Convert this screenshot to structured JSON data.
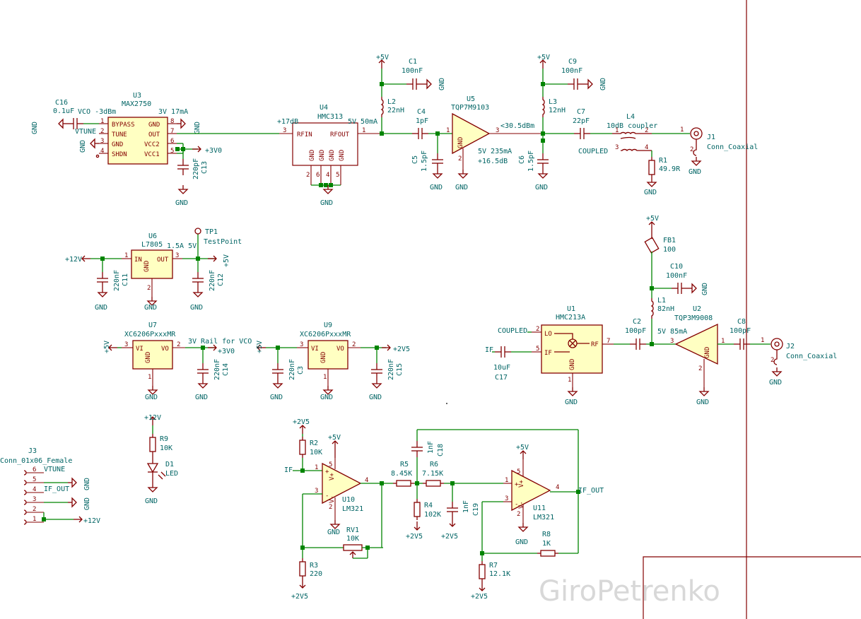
{
  "watermark": "GiroPetrenko",
  "labels": {
    "u3_ref": "U3",
    "u3_val": "MAX2750",
    "u3_p1": "BYPASS",
    "u3_p2": "TUNE",
    "u3_p3": "GND",
    "u3_p4": "SHDN",
    "u3_p8": "GND",
    "u3_p7": "OUT",
    "u3_p6": "VCC2",
    "u3_p5": "VCC1",
    "vco_note": "VCO -3dBm",
    "vco_pwr": "3V 17mA",
    "vtune": "VTUNE",
    "c16_ref": "C16",
    "c16_val": "0.1uF",
    "c13_ref": "C13",
    "c13_val": "220pF",
    "u4_ref": "U4",
    "u4_val": "HMC313",
    "u4_rfin": "RFIN",
    "u4_rfout": "RFOUT",
    "u4_gain": "+17dB",
    "u4_pwr": "5V 50mA",
    "gnd_lbl": "GND",
    "c1_ref": "C1",
    "c1_val": "100nF",
    "l2_ref": "L2",
    "l2_val": "22nH",
    "c4_ref": "C4",
    "c4_val": "1pF",
    "c5_ref": "C5",
    "c5_val": "1.5pF",
    "u5_ref": "U5",
    "u5_val": "TQP7M9103",
    "u5_pwr": "5V 235mA",
    "u5_gain": "+16.5dB",
    "u5_out": "<30.5dBm",
    "c9_ref": "C9",
    "c9_val": "100nF",
    "l3_ref": "L3",
    "l3_val": "12nH",
    "c6_ref": "C6",
    "c6_val": "1.5pF",
    "c7_ref": "C7",
    "c7_val": "22pF",
    "l4_ref": "L4",
    "l4_val": "10dB coupler",
    "coupled": "COUPLED",
    "r1_ref": "R1",
    "r1_val": "49.9R",
    "j1_ref": "J1",
    "j1_val": "Conn_Coaxial",
    "p5v": "+5V",
    "p3v0": "+3V0",
    "p12v": "+12V",
    "p2v5": "+2V5",
    "u6_ref": "U6",
    "u6_val": "L7805",
    "u6_in": "IN",
    "u6_out": "OUT",
    "u6_pwr": "1.5A 5V",
    "tp1_ref": "TP1",
    "tp1_val": "TestPoint",
    "c11_ref": "C11",
    "c11_val": "220nF",
    "c12_ref": "C12",
    "c12_val": "220nF",
    "u7_ref": "U7",
    "u7_val": "XC6206PxxxMR",
    "u7_note": "3V Rail for VCO",
    "c14_ref": "C14",
    "c14_val": "220nF",
    "u9_ref": "U9",
    "u9_val": "XC6206PxxxMR",
    "c3_ref": "C3",
    "c3_val": "220nF",
    "c15_ref": "C15",
    "c15_val": "220nF",
    "vi": "VI",
    "vo": "VO",
    "fb1_ref": "FB1",
    "fb1_val": "100",
    "c10_ref": "C10",
    "c10_val": "100nF",
    "l1_ref": "L1",
    "l1_val": "82nH",
    "u1_ref": "U1",
    "u1_val": "HMC213A",
    "u1_lo": "LO",
    "u1_rf": "RF",
    "u1_if": "IF",
    "c2_ref": "C2",
    "c2_val": "100pF",
    "u2_ref": "U2",
    "u2_val": "TQP3M9008",
    "u2_pwr": "5V 85mA",
    "c8_ref": "C8",
    "c8_val": "100pF",
    "j2_ref": "J2",
    "j2_val": "Conn_Coaxial",
    "if_lbl": "IF",
    "c17_ref": "C17",
    "c17_val": "10uF",
    "r9_ref": "R9",
    "r9_val": "10K",
    "d1_ref": "D1",
    "d1_val": "LED",
    "j3_ref": "J3",
    "j3_val": "Conn_01x06_Female",
    "j3_p6": "6",
    "j3_p5": "5",
    "j3_p4": "4",
    "j3_p3": "3",
    "j3_p2": "2",
    "j3_p1": "1",
    "if_out": "IF_OUT",
    "r2_ref": "R2",
    "r2_val": "10K",
    "u10_ref": "U10",
    "u10_val": "LM321",
    "rv1_ref": "RV1",
    "rv1_val": "10K",
    "r3_ref": "R3",
    "r3_val": "220",
    "r5_ref": "R5",
    "r5_val": "8.45K",
    "r6_ref": "R6",
    "r6_val": "7.15K",
    "c18_ref": "C18",
    "c18_val": "1nF",
    "r4_ref": "R4",
    "r4_val": "102K",
    "c19_ref": "C19",
    "c19_val": "1nF",
    "u11_ref": "U11",
    "u11_val": "LM321",
    "r8_ref": "R8",
    "r8_val": "1K",
    "r7_ref": "R7",
    "r7_val": "12.1K"
  }
}
